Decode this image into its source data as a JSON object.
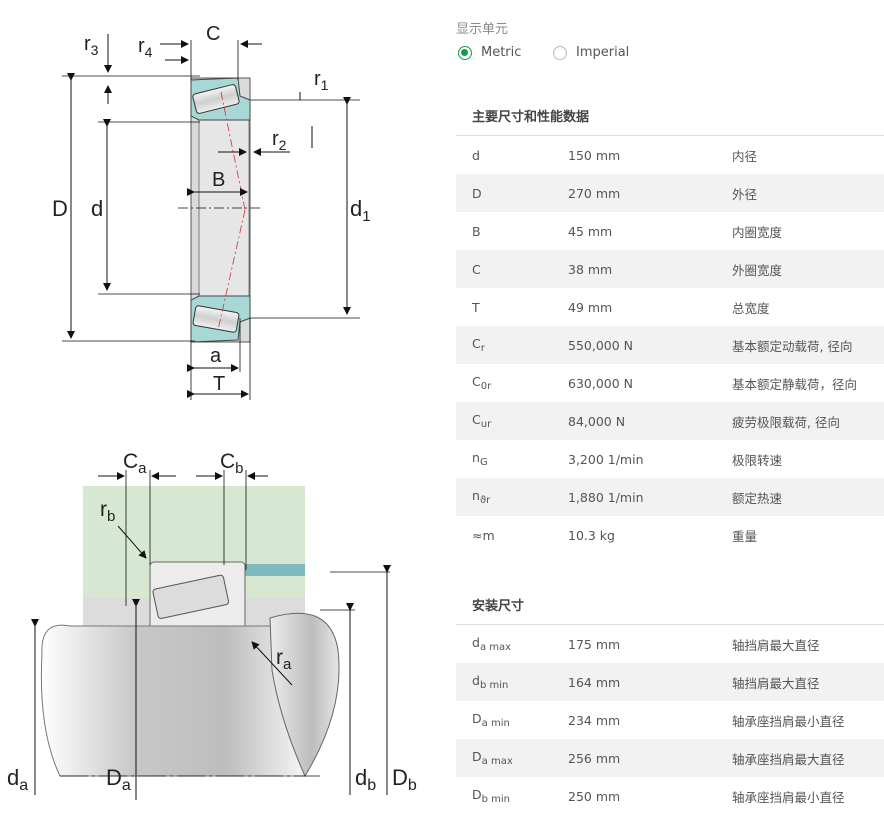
{
  "diagram_labels": {
    "top": {
      "r3": "r",
      "r3_sub": "3",
      "r4": "r",
      "r4_sub": "4",
      "C": "C",
      "r1": "r",
      "r1_sub": "1",
      "r2": "r",
      "r2_sub": "2",
      "D": "D",
      "d": "d",
      "d1": "d",
      "d1_sub": "1",
      "B": "B",
      "a": "a",
      "T": "T"
    },
    "bottom": {
      "Ca": "C",
      "Ca_sub": "a",
      "Cb": "C",
      "Cb_sub": "b",
      "rb": "r",
      "rb_sub": "b",
      "ra": "r",
      "ra_sub": "a",
      "da": "d",
      "da_sub": "a",
      "Da": "D",
      "Da_sub": "a",
      "db": "d",
      "db_sub": "b",
      "Db": "D",
      "Db_sub": "b"
    }
  },
  "units": {
    "title": "显示单元",
    "options": [
      {
        "label": "Metric",
        "checked": true
      },
      {
        "label": "Imperial",
        "checked": false
      }
    ]
  },
  "main_section": {
    "title": "主要尺寸和性能数据",
    "rows": [
      {
        "sym": "d",
        "sub": "",
        "value": "150 mm",
        "desc": "内径"
      },
      {
        "sym": "D",
        "sub": "",
        "value": "270 mm",
        "desc": "外径"
      },
      {
        "sym": "B",
        "sub": "",
        "value": "45 mm",
        "desc": "内圈宽度"
      },
      {
        "sym": "C",
        "sub": "",
        "value": "38 mm",
        "desc": "外圈宽度"
      },
      {
        "sym": "T",
        "sub": "",
        "value": "49 mm",
        "desc": "总宽度"
      },
      {
        "sym": "C",
        "sub": "r",
        "value": "550,000 N",
        "desc": "基本额定动载荷, 径向"
      },
      {
        "sym": "C",
        "sub": "0r",
        "value": "630,000 N",
        "desc": "基本额定静载荷，径向"
      },
      {
        "sym": "C",
        "sub": "ur",
        "value": "84,000 N",
        "desc": "疲劳极限载荷, 径向"
      },
      {
        "sym": "n",
        "sub": "G",
        "value": "3,200 1/min",
        "desc": "极限转速"
      },
      {
        "sym": "n",
        "sub": "ϑr",
        "value": "1,880 1/min",
        "desc": "额定热速"
      },
      {
        "sym": "≈m",
        "sub": "",
        "value": "10.3 kg",
        "desc": "重量"
      }
    ]
  },
  "mount_section": {
    "title": "安装尺寸",
    "rows": [
      {
        "sym": "d",
        "sub": "a max",
        "value": "175 mm",
        "desc": "轴挡肩最大直径"
      },
      {
        "sym": "d",
        "sub": "b min",
        "value": "164 mm",
        "desc": "轴挡肩最大直径"
      },
      {
        "sym": "D",
        "sub": "a min",
        "value": "234 mm",
        "desc": "轴承座挡肩最小直径"
      },
      {
        "sym": "D",
        "sub": "a max",
        "value": "256 mm",
        "desc": "轴承座挡肩最大直径"
      },
      {
        "sym": "D",
        "sub": "b min",
        "value": "250 mm",
        "desc": "轴承座挡肩最小直径"
      }
    ]
  }
}
